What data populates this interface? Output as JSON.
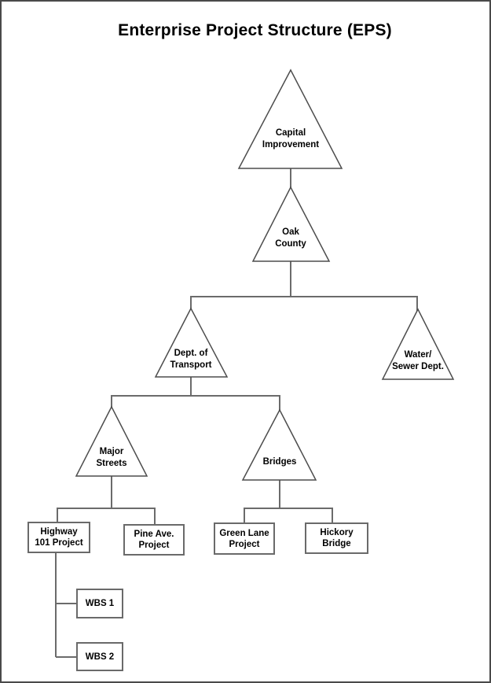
{
  "title": "Enterprise Project Structure (EPS)",
  "colors": {
    "background": "#ffffff",
    "text": "#000000",
    "connector_line": "#6b6b6b",
    "triangle_stroke": "#4d4d4d",
    "box_border": "#6a6a6a",
    "page_border": "#4a4a4a"
  },
  "diagram": {
    "triangles": [
      {
        "id": "capital-improvement",
        "lines": [
          "Capital",
          "Improvement"
        ]
      },
      {
        "id": "oak-county",
        "lines": [
          "Oak",
          "County"
        ]
      },
      {
        "id": "dept-of-transport",
        "lines": [
          "Dept. of",
          "Transport"
        ]
      },
      {
        "id": "water-sewer-dept",
        "lines": [
          "Water/",
          "Sewer Dept."
        ]
      },
      {
        "id": "major-streets",
        "lines": [
          "Major",
          "Streets"
        ]
      },
      {
        "id": "bridges",
        "lines": [
          "Bridges"
        ]
      }
    ],
    "boxes": [
      {
        "id": "highway-101-project",
        "lines": [
          "Highway",
          "101 Project"
        ]
      },
      {
        "id": "pine-ave-project",
        "lines": [
          "Pine Ave.",
          "Project"
        ]
      },
      {
        "id": "green-lane-project",
        "lines": [
          "Green Lane",
          "Project"
        ]
      },
      {
        "id": "hickory-bridge",
        "lines": [
          "Hickory",
          "Bridge"
        ]
      },
      {
        "id": "wbs-1",
        "lines": [
          "WBS 1"
        ]
      },
      {
        "id": "wbs-2",
        "lines": [
          "WBS 2"
        ]
      }
    ],
    "structure": {
      "root": "Capital Improvement",
      "edges": [
        [
          "Capital Improvement",
          "Oak County"
        ],
        [
          "Oak County",
          "Dept. of Transport"
        ],
        [
          "Oak County",
          "Water/Sewer Dept."
        ],
        [
          "Dept. of Transport",
          "Major Streets"
        ],
        [
          "Dept. of Transport",
          "Bridges"
        ],
        [
          "Major Streets",
          "Highway 101 Project"
        ],
        [
          "Major Streets",
          "Pine Ave. Project"
        ],
        [
          "Bridges",
          "Green Lane Project"
        ],
        [
          "Bridges",
          "Hickory Bridge"
        ],
        [
          "Highway 101 Project",
          "WBS 1"
        ],
        [
          "Highway 101 Project",
          "WBS 2"
        ]
      ]
    }
  }
}
